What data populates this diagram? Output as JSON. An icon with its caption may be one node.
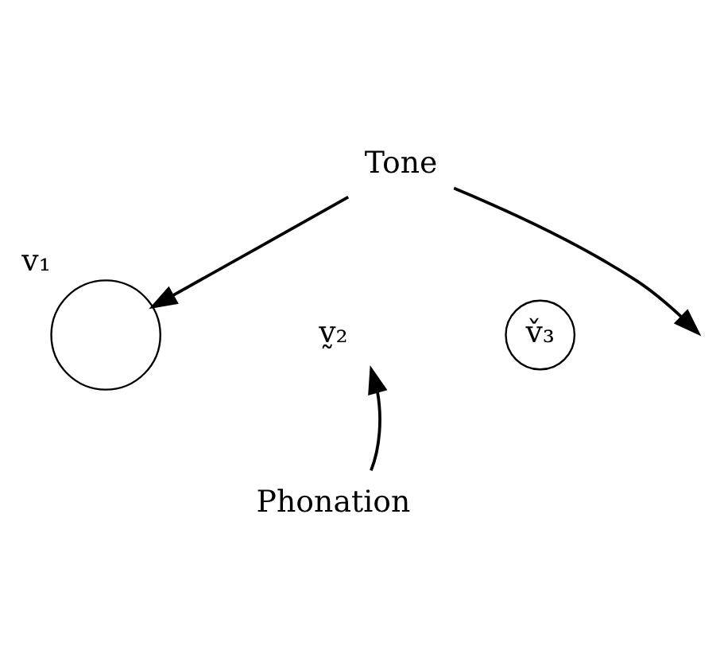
{
  "diagram": {
    "nodes": [
      {
        "text": [
          "Tone"
        ]
      },
      {
        "text": [],
        "shape": "circle",
        "beside": [
          "v₁"
        ]
      },
      {
        "text": [
          "v̰₂"
        ]
      },
      {
        "text": [
          "v̌₃"
        ]
      },
      {
        "text": [
          "Phonation"
        ]
      }
    ],
    "edges": [
      {
        "from": 0,
        "to": 1,
        "arrow": "to"
      },
      {
        "from": 0,
        "to": null,
        "arrow": "to"
      },
      {
        "from": 4,
        "to": 2,
        "arrow": "to"
      }
    ]
  }
}
